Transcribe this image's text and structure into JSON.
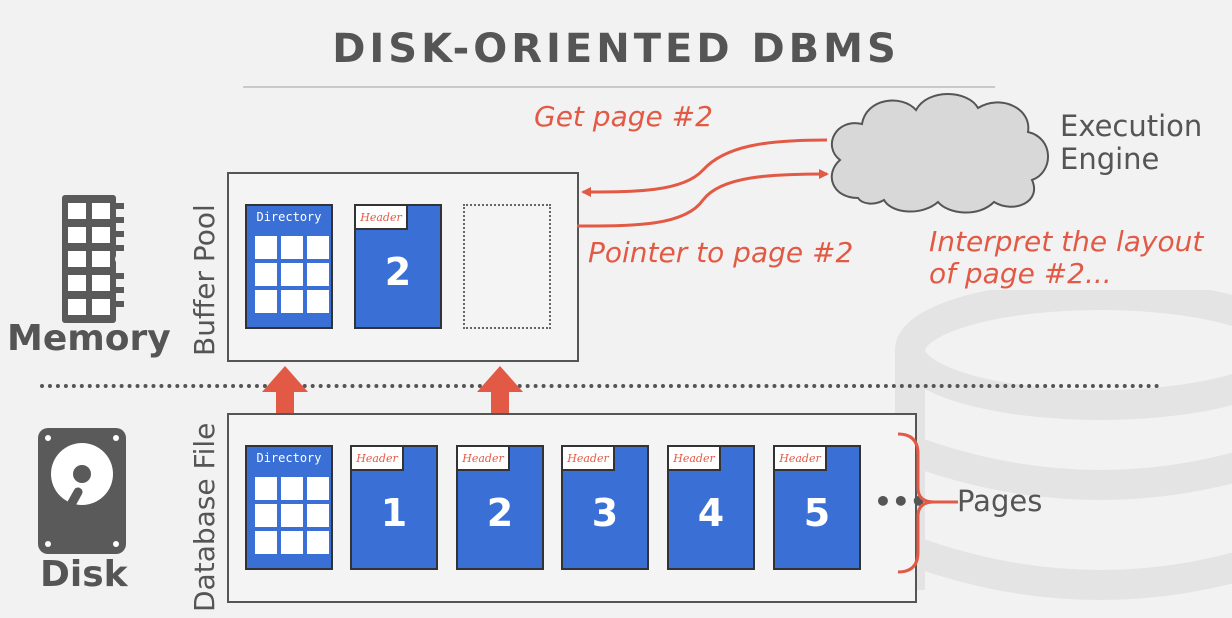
{
  "title": "DISK-ORIENTED DBMS",
  "labels": {
    "memory": "Memory",
    "disk": "Disk",
    "buffer_pool": "Buffer Pool",
    "database_file": "Database File",
    "execution_engine": [
      "Execution",
      "Engine"
    ],
    "pages": "Pages"
  },
  "annotations": {
    "get_page": "Get page #2",
    "pointer": "Pointer to page #2",
    "interpret": [
      "Interpret the layout",
      "of page #2..."
    ]
  },
  "page_header": "Header",
  "directory_label": "Directory",
  "buffer_pool_pages": [
    {
      "type": "directory"
    },
    {
      "type": "page",
      "number": "2"
    },
    {
      "type": "empty"
    }
  ],
  "database_file_pages": [
    {
      "type": "directory"
    },
    {
      "type": "page",
      "number": "1"
    },
    {
      "type": "page",
      "number": "2"
    },
    {
      "type": "page",
      "number": "3"
    },
    {
      "type": "page",
      "number": "4"
    },
    {
      "type": "page",
      "number": "5"
    }
  ],
  "ellipsis": "•••",
  "colors": {
    "page_blue": "#3a6fd6",
    "accent_red": "#e25a45",
    "text_gray": "#555555"
  }
}
